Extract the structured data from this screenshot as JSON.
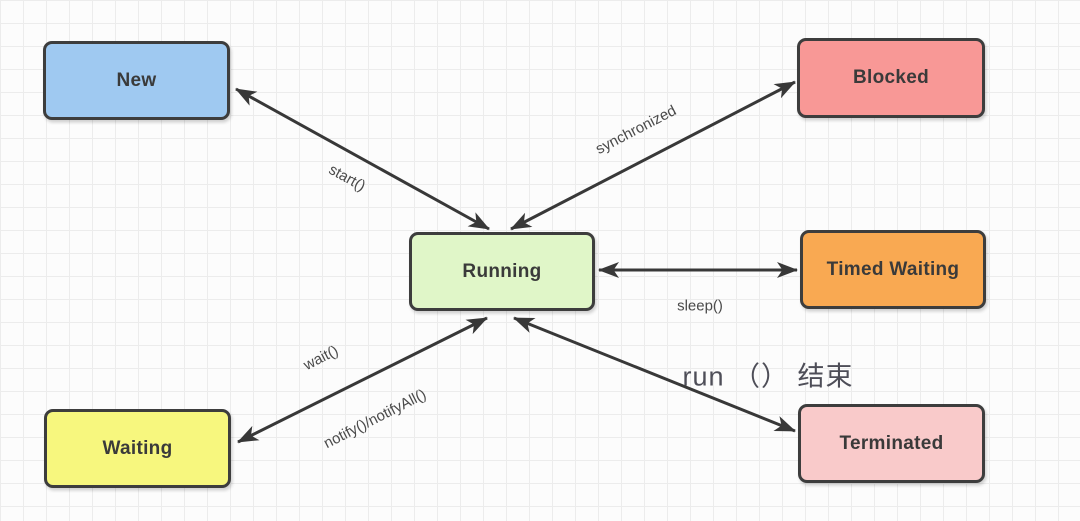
{
  "diagram": {
    "type": "state-diagram",
    "subject": "Java thread lifecycle states",
    "nodes": {
      "new": {
        "label": "New",
        "fill": "#9fc9f1"
      },
      "blocked": {
        "label": "Blocked",
        "fill": "#f89896"
      },
      "running": {
        "label": "Running",
        "fill": "#e0f6c8"
      },
      "timed_waiting": {
        "label": "Timed Waiting",
        "fill": "#f9a952"
      },
      "waiting": {
        "label": "Waiting",
        "fill": "#f7f77e"
      },
      "terminated": {
        "label": "Terminated",
        "fill": "#f9caca"
      }
    },
    "edges": [
      {
        "from": "New",
        "to": "Running",
        "label": "start()",
        "arrows": "both"
      },
      {
        "from": "Running",
        "to": "Blocked",
        "label": "synchronized",
        "arrows": "both"
      },
      {
        "from": "Running",
        "to": "Timed Waiting",
        "label": "sleep()",
        "arrows": "both"
      },
      {
        "from": "Waiting",
        "to": "Running",
        "labels": [
          "wait()",
          "notify()/notifyAll()"
        ],
        "arrows": "both"
      },
      {
        "from": "Running",
        "to": "Terminated",
        "label": "run （） 结束",
        "arrows": "both"
      }
    ],
    "colors": {
      "stroke": "#383838",
      "node_border": "#3d3d3d",
      "node_text": "#3a3a3a",
      "edge_label_text": "#4a4a4a",
      "run_end_text": "#4e4e58",
      "grid_line": "#ececec",
      "background": "#fcfcfc"
    }
  }
}
